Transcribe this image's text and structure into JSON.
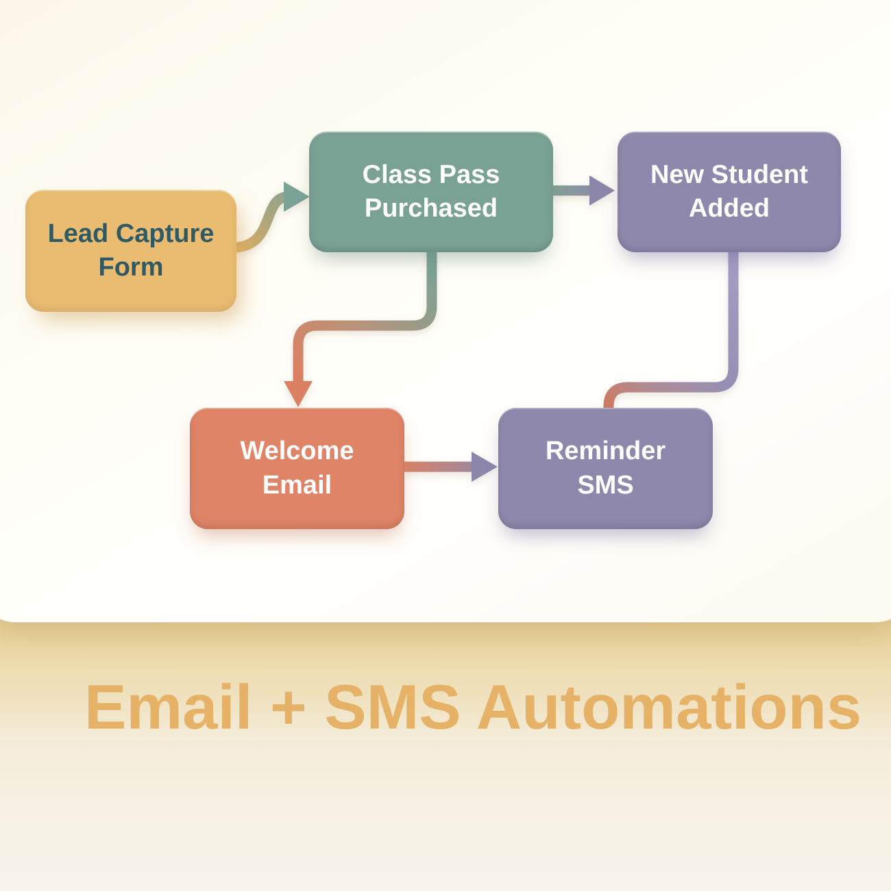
{
  "title": {
    "text": "Email + SMS Automations",
    "color": "#e5b267"
  },
  "diagram": {
    "nodes": [
      {
        "id": "lead-capture-form",
        "lines": [
          "Lead Capture",
          "Form"
        ],
        "label": "Lead Capture Form",
        "color": "#e9bc72",
        "text_color": "#2f5a64"
      },
      {
        "id": "class-pass-purchased",
        "lines": [
          "Class Pass",
          "Purchased"
        ],
        "label": "Class Pass Purchased",
        "color": "#7aa294",
        "text_color": "#fdfdfd"
      },
      {
        "id": "new-student-added",
        "lines": [
          "New Student",
          "Added"
        ],
        "label": "New Student Added",
        "color": "#8e88ac",
        "text_color": "#fdfdfd"
      },
      {
        "id": "welcome-email",
        "lines": [
          "Welcome",
          "Email"
        ],
        "label": "Welcome Email",
        "color": "#e08467",
        "text_color": "#fdfdfd"
      },
      {
        "id": "reminder-sms",
        "lines": [
          "Reminder",
          "SMS"
        ],
        "label": "Reminder SMS",
        "color": "#8e88ac",
        "text_color": "#fdfdfd"
      }
    ],
    "edges": [
      {
        "from": "Lead Capture Form",
        "to": "Class Pass Purchased",
        "arrowhead": true
      },
      {
        "from": "Class Pass Purchased",
        "to": "New Student Added",
        "arrowhead": true
      },
      {
        "from": "Class Pass Purchased",
        "to": "Welcome Email",
        "arrowhead": true
      },
      {
        "from": "New Student Added",
        "to": "Reminder SMS",
        "arrowhead": false
      },
      {
        "from": "Welcome Email",
        "to": "Reminder SMS",
        "arrowhead": true
      }
    ]
  },
  "palette": {
    "card_background": "#fffdf6",
    "band_gold": "#ecd7a3",
    "page_cream": "#f6f2e8",
    "gradient_teal": "#7aa294",
    "gradient_purple": "#8d86ab",
    "gradient_salmon": "#dd8164",
    "gradient_gold": "#e3b164"
  }
}
